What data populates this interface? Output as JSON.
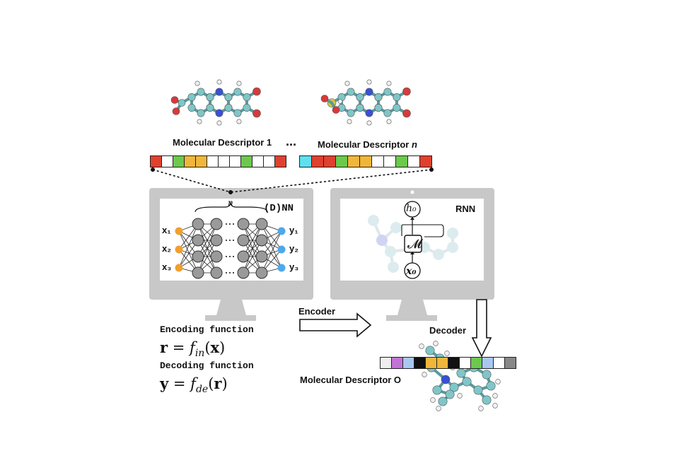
{
  "descriptors": {
    "label_1": "Molecular Descriptor 1",
    "ellipsis": "...",
    "label_n_prefix": "Molecular Descriptor",
    "label_n_var": "n",
    "label_o": "Molecular Descriptor O",
    "bar_1_colors": [
      "#e0402e",
      "#ffffff",
      "#6cc94c",
      "#f0b63a",
      "#f0b63a",
      "#ffffff",
      "#ffffff",
      "#ffffff",
      "#6cc94c",
      "#ffffff",
      "#ffffff",
      "#e0402e"
    ],
    "bar_n_colors": [
      "#5ee0f0",
      "#e0402e",
      "#e0402e",
      "#6cc94c",
      "#f0b63a",
      "#f0b63a",
      "#ffffff",
      "#ffffff",
      "#6cc94c",
      "#ffffff",
      "#e0402e"
    ],
    "bar_o_colors": [
      "#eeeeee",
      "#c274d6",
      "#a8c8f0",
      "#111111",
      "#f0b63a",
      "#f0b63a",
      "#111111",
      "#ffffff",
      "#6cc94c",
      "#a8c8f0",
      "#ffffff",
      "#888888"
    ]
  },
  "nn_panel": {
    "title": "(D)NN",
    "layer_count_label": "n",
    "inputs": [
      "x₁",
      "x₂",
      "x₃"
    ],
    "outputs": [
      "y₁",
      "y₂",
      "y₃"
    ],
    "input_color": "#f0a030",
    "output_color": "#4fa8e8"
  },
  "rnn_panel": {
    "title": "RNN",
    "hidden_label": "h₀",
    "cell_label": "𝓜",
    "input_label": "x₀"
  },
  "encoder_label": "Encoder",
  "decoder_label": "Decoder",
  "functions": {
    "encoding_title": "Encoding function",
    "decoding_title": "Decoding function",
    "enc_lhs": "r",
    "enc_f": "f",
    "enc_sub": "in",
    "enc_arg": "x",
    "dec_lhs": "y",
    "dec_f": "f",
    "dec_sub": "de",
    "dec_arg": "r"
  },
  "colors": {
    "monitor": "#c8c8c8",
    "carbon": "#7fc6c8",
    "nitrogen": "#3a4fd8",
    "oxygen": "#d83a3a",
    "sulfur": "#d8c83a",
    "hydrogen": "#f0f0f0"
  }
}
